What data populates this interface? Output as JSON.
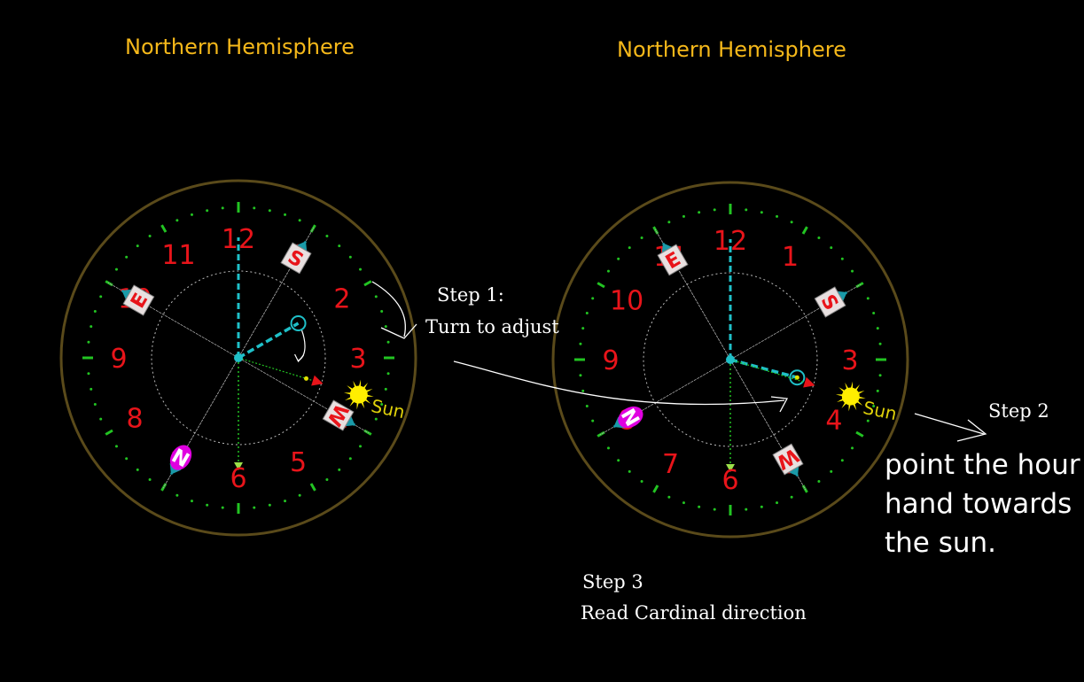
{
  "clocks": [
    {
      "title": "Northern Hemisphere",
      "hour_angle_deg": 60,
      "cardinals": [
        {
          "letter": "S",
          "angle_deg": 30,
          "fill": "#e8e0e0",
          "color": "#e8141a"
        },
        {
          "letter": "W",
          "angle_deg": 120,
          "fill": "#e8e0e0",
          "color": "#e8141a"
        },
        {
          "letter": "N",
          "angle_deg": 210,
          "fill": "#e000e0",
          "color": "#e000e0"
        },
        {
          "letter": "E",
          "angle_deg": 300,
          "fill": "#e8e0e0",
          "color": "#e8141a"
        }
      ],
      "sun_label": "Sun"
    },
    {
      "title": "Northern Hemisphere",
      "hour_angle_deg": 105,
      "cardinals": [
        {
          "letter": "S",
          "angle_deg": 60,
          "fill": "#e8e0e0",
          "color": "#e8141a"
        },
        {
          "letter": "W",
          "angle_deg": 150,
          "fill": "#e8e0e0",
          "color": "#e8141a"
        },
        {
          "letter": "N",
          "angle_deg": 240,
          "fill": "#e000e0",
          "color": "#e000e0"
        },
        {
          "letter": "E",
          "angle_deg": 330,
          "fill": "#e8e0e0",
          "color": "#e8141a"
        }
      ],
      "sun_label": "Sun"
    }
  ],
  "dial_numbers": [
    "12",
    "1",
    "2",
    "3",
    "4",
    "5",
    "6",
    "7",
    "8",
    "9",
    "10",
    "11"
  ],
  "steps": {
    "step1_title": "Step 1:",
    "step1_text": "Turn to adjust",
    "step2_title": "Step 2",
    "step2_text": [
      "point the hour",
      "hand towards",
      "the sun."
    ],
    "step3_title": "Step 3",
    "step3_text": "Read Cardinal direction"
  },
  "colors": {
    "background": "#000000",
    "title": "#f5b81a",
    "numbers": "#e8141a",
    "ring": "#5a4a1a",
    "ticks": "#22c422",
    "hand": "#1fc0c8",
    "sun": "#ffee00"
  }
}
